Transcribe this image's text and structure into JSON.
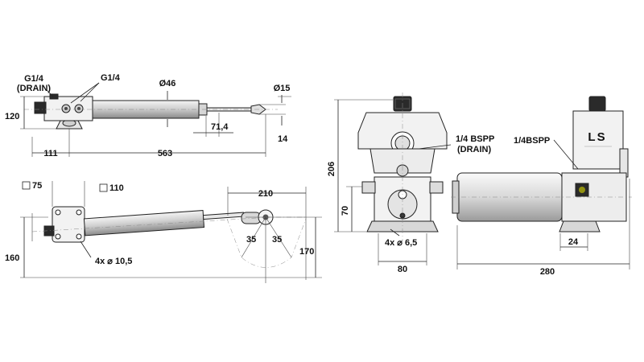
{
  "labels": {
    "g14_drain_line1": "G1/4",
    "g14_drain_line2": "(DRAIN)",
    "g14": "G1/4",
    "dia46": "Ø46",
    "dia15": "Ø15",
    "h120": "120",
    "d71_4": "71,4",
    "d14": "14",
    "d111": "111",
    "d563": "563",
    "sq75": "75",
    "sq110": "110",
    "d210": "210",
    "ang35_left": "35",
    "ang35_right": "35",
    "d160": "160",
    "d170": "170",
    "holes_10_5": "4x ⌀ 10,5",
    "d206": "206",
    "d70": "70",
    "bspp_drain_line1": "1/4 BSPP",
    "bspp_drain_line2": "(DRAIN)",
    "holes_6_5": "4x ⌀ 6,5",
    "d80": "80",
    "bspp14": "1/4BSPP",
    "d24": "24",
    "d280": "280",
    "logo": "LS"
  },
  "colors": {
    "line": "#222222",
    "body_fill": "#f2f2f2",
    "cylinder_fill": "#dedede",
    "dark_part": "#2a2a2a"
  }
}
